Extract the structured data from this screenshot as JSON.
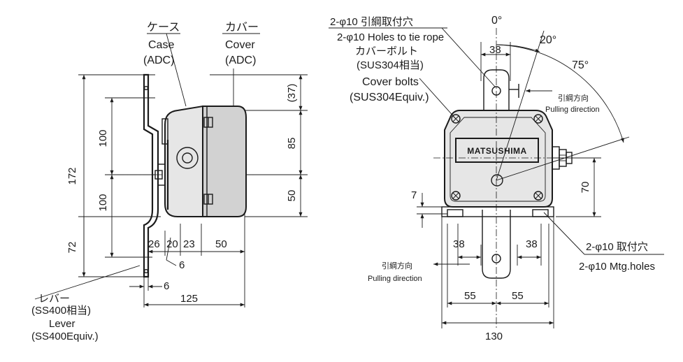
{
  "left_view": {
    "case_jp": "ケース",
    "case_en": "Case",
    "case_mat": "(ADC)",
    "cover_jp": "カバー",
    "cover_en": "Cover",
    "cover_mat": "(ADC)",
    "lever_jp": "レバー",
    "lever_mat_jp": "(SS400相当)",
    "lever_en": "Lever",
    "lever_mat_en": "(SS400Equiv.)",
    "dim_172": "172",
    "dim_100_top": "100",
    "dim_100_bottom": "100",
    "dim_72": "72",
    "dim_37": "(37)",
    "dim_85": "85",
    "dim_50_right": "50",
    "dim_26": "26",
    "dim_20": "20",
    "dim_23": "23",
    "dim_50_bottom": "50",
    "dim_6_a": "6",
    "dim_6_b": "6",
    "dim_125": "125"
  },
  "right_view": {
    "rope_holes_jp": "2-φ10 引綱取付穴",
    "rope_holes_en": "2-φ10 Holes to tie rope",
    "cover_bolts_jp": "カバーボルト",
    "cover_bolts_mat_jp": "(SUS304相当)",
    "cover_bolts_en": "Cover bolts",
    "cover_bolts_mat_en": "(SUS304Equiv.)",
    "angle_0": "0°",
    "angle_20": "20°",
    "angle_75": "75°",
    "pull_dir_jp_top": "引綱方向",
    "pull_dir_en_top": "Pulling direction",
    "pull_dir_jp_bottom": "引綱方向",
    "pull_dir_en_bottom": "Pulling direction",
    "logo": "MATSUSHIMA",
    "dim_38_top": "38",
    "dim_7": "7",
    "dim_70": "70",
    "dim_38_left": "38",
    "dim_38_right": "38",
    "dim_55_left": "55",
    "dim_55_right": "55",
    "dim_130": "130",
    "mtg_holes_jp": "2-φ10 取付穴",
    "mtg_holes_en": "2-φ10 Mtg.holes"
  }
}
